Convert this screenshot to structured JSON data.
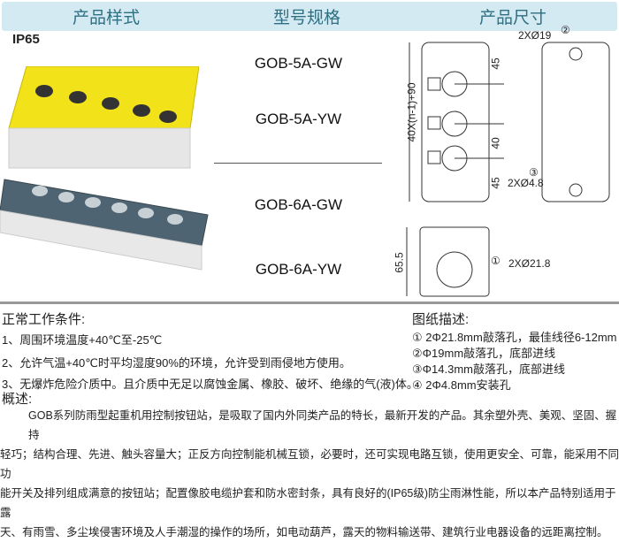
{
  "header": {
    "col1": "产品样式",
    "col2": "型号规格",
    "col3": "产品尺寸"
  },
  "rating": "IP65",
  "models": [
    "GOB-5A-GW",
    "GOB-5A-YW",
    "GOB-6A-GW",
    "GOB-6A-YW"
  ],
  "drawing": {
    "d1": "2XØ19",
    "d2": "40X(n-1)+90",
    "d3": "45",
    "d4": "40",
    "d5": "45",
    "d6": "2XØ4.8",
    "d7": "65.5",
    "d8": "2XØ21.8",
    "m1": "②",
    "m2": "③",
    "m3": "①"
  },
  "conditions": {
    "title": "正常工作条件:",
    "items": [
      "1、周围环境温度+40℃至-25℃",
      "2、允许气温+40℃时平均湿度90%的环境，允许受到雨侵地方使用。",
      "3、无爆炸危险介质中。且介质中无足以腐蚀金属、橡胶、破坏、绝缘的气(液)体。"
    ]
  },
  "drawing_desc": {
    "title": "图纸描述:",
    "items": [
      "① 2Φ21.8mm敲落孔，最佳线径6-12mm",
      "②Φ19mm敲落孔，底部进线",
      "③Φ14.3mm敲落孔，底部进线",
      "④ 2Φ4.8mm安装孔"
    ]
  },
  "overview": {
    "title": "概述:",
    "lines": [
      "GOB系列防雨型起重机用控制按钮站，是吸取了国内外同类产品的特长，最新开发的产品。其余塑外壳、美观、坚固、握持",
      "轻巧；结构合理、先进、触头容量大；正反方向控制能机械互锁，必要时，还可实现电路互锁，使用更安全、可靠，能采用不同功",
      "能开关及排列组成满意的按钮站；配置像胶电缆护套和防水密封条，具有良好的(IP65级)防尘雨淋性能，所以本产品特别适用于露",
      "天、有雨雪、多尘埃侵害环境及人手潮湿的操作的场所，如电动葫芦，露天的物料输送带、建筑行业电器设备的远距离控制。"
    ]
  }
}
